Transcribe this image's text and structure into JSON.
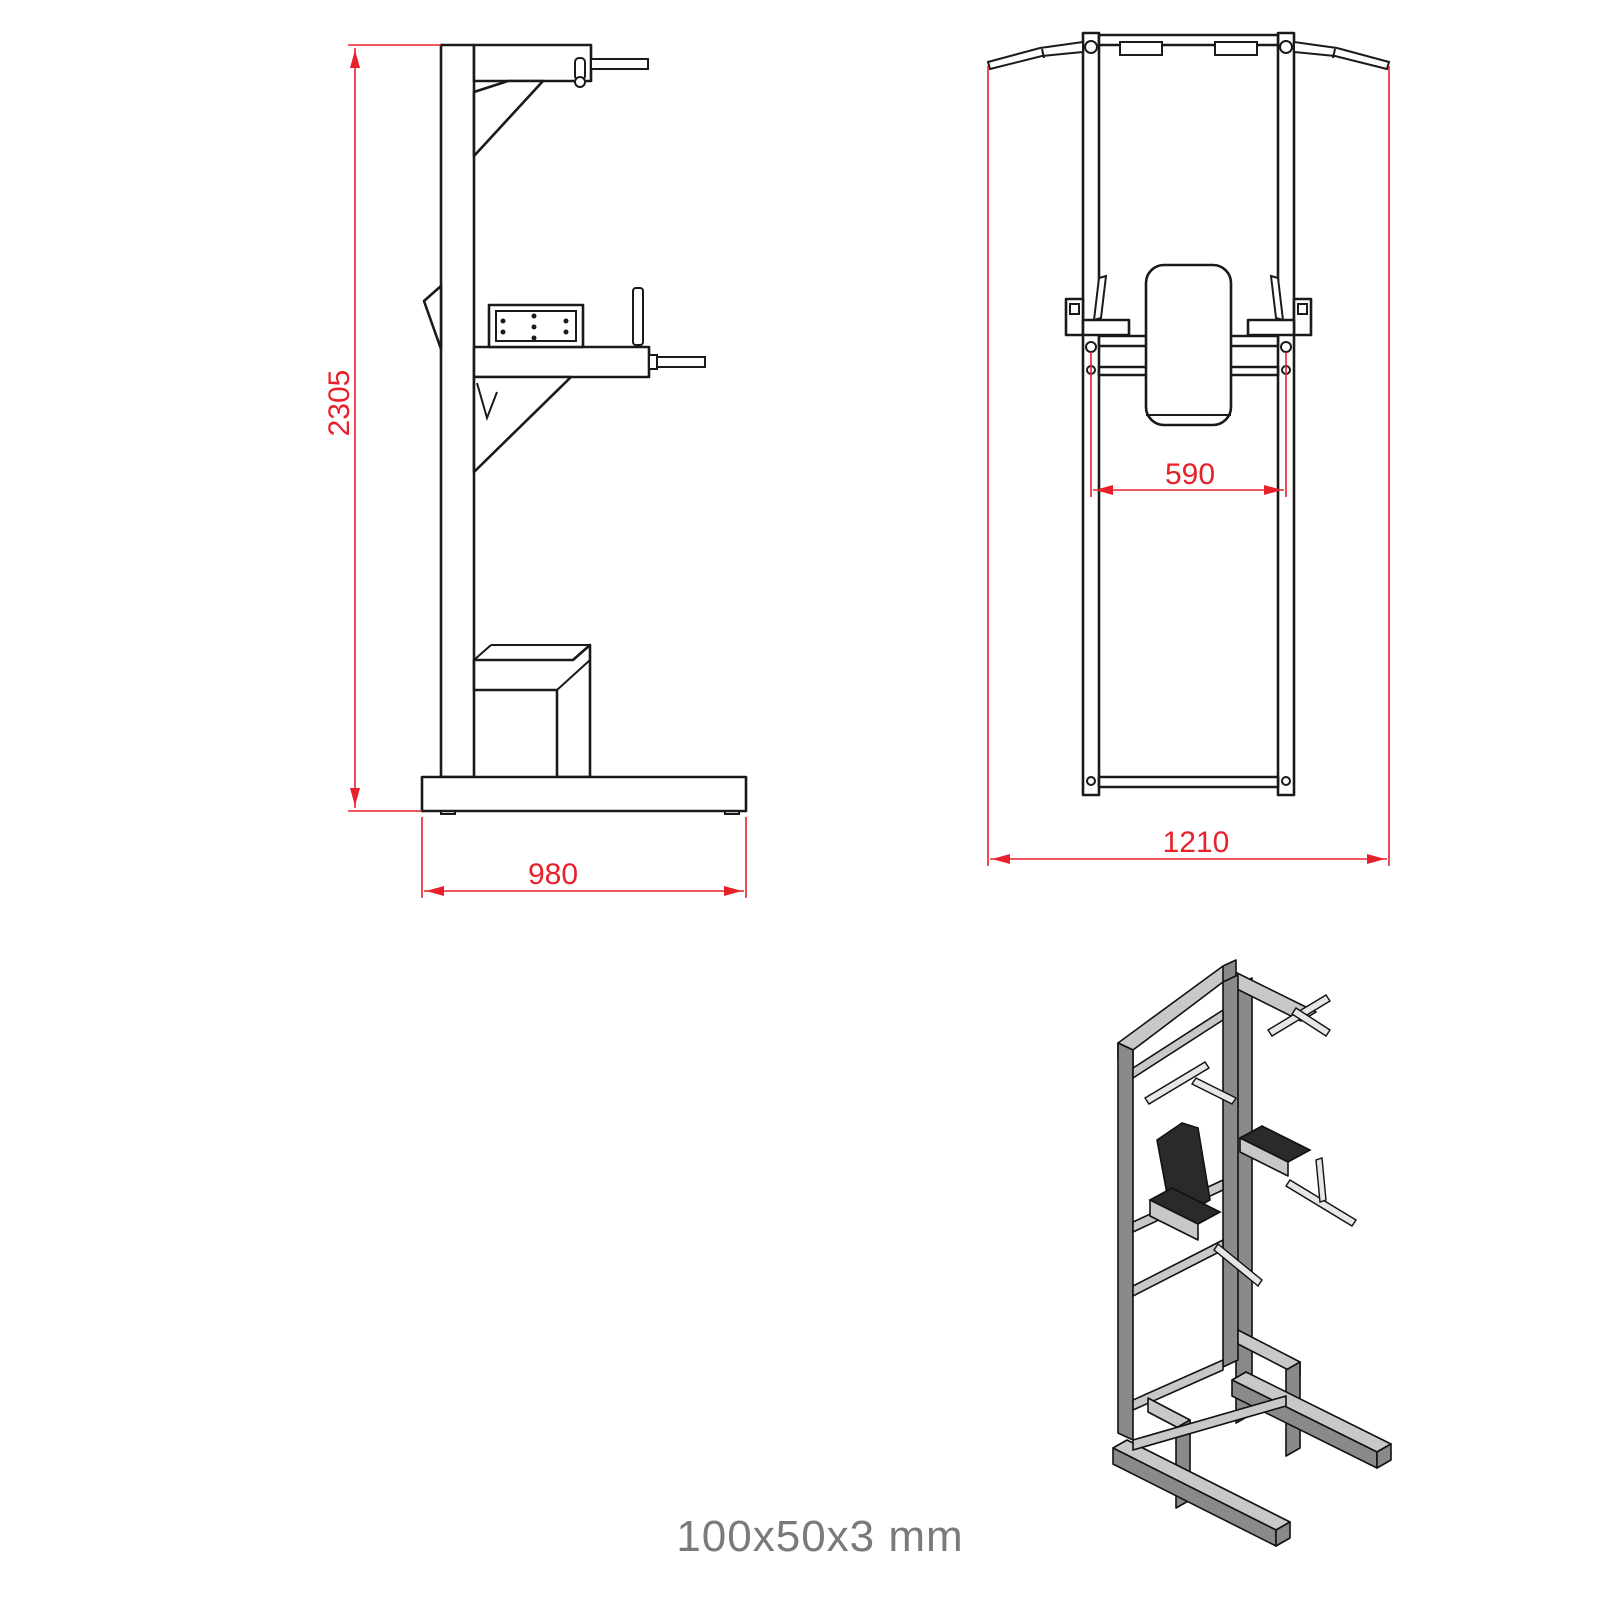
{
  "dimensions": {
    "side_height": "2305",
    "side_depth": "980",
    "front_inner_width": "590",
    "front_overall_width": "1210"
  },
  "spec": "100x50x3 mm",
  "colors": {
    "dimension_lines": "#e8202a",
    "outline": "#1a1a1a",
    "spec_text": "#7a7a7a"
  },
  "views": [
    "side-view",
    "front-view",
    "isometric-view"
  ]
}
